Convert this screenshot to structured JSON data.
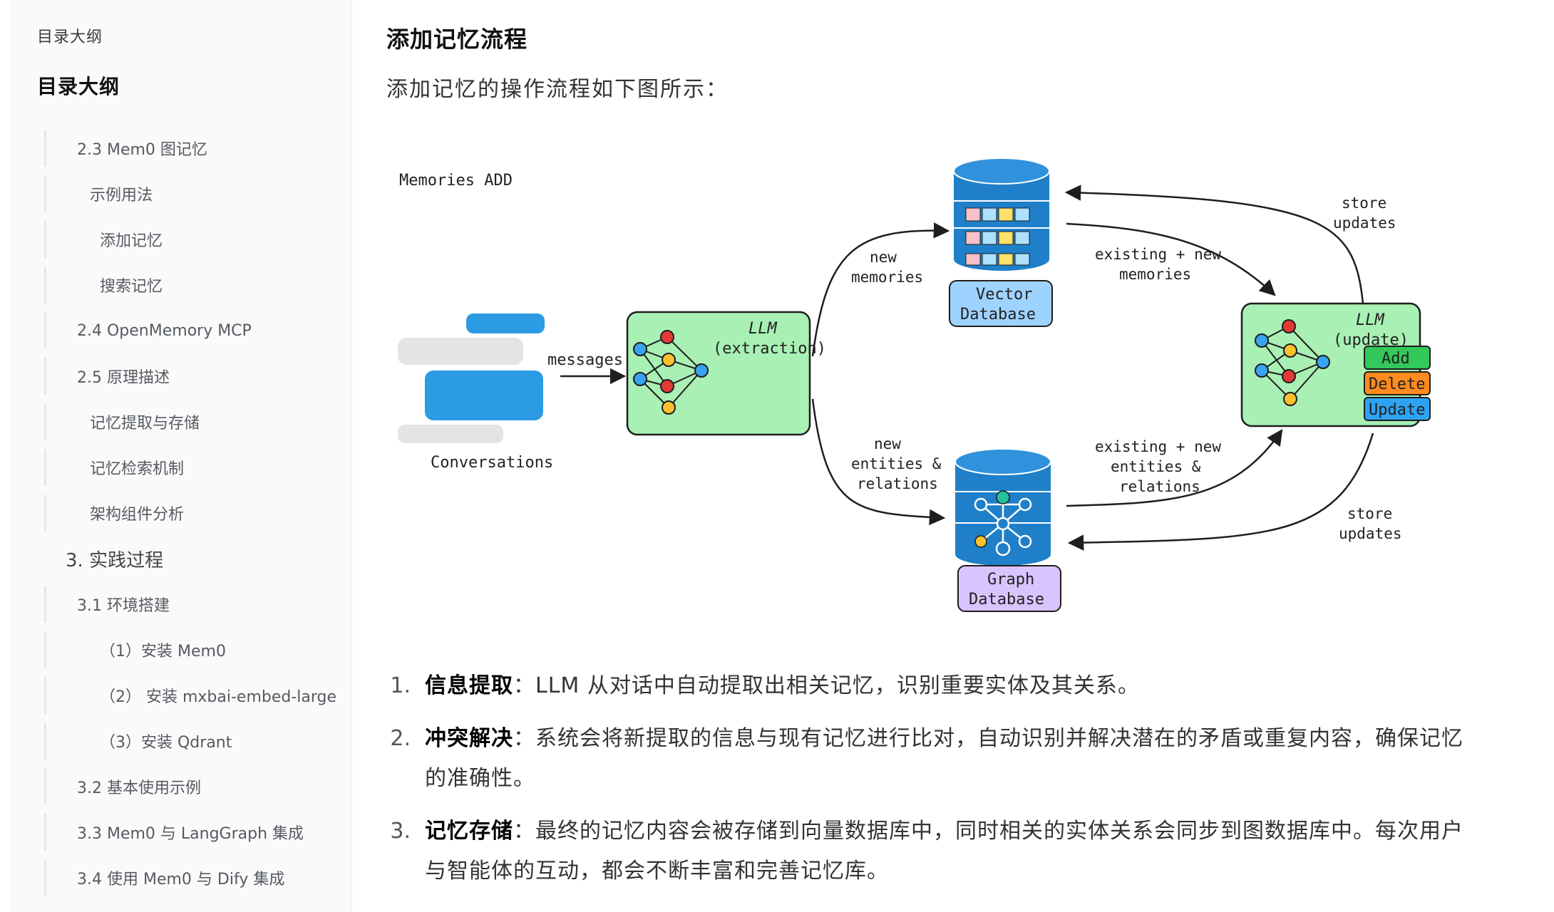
{
  "sidebar": {
    "small_title": "目录大纲",
    "big_title": "目录大纲",
    "items": [
      {
        "label": "2.3 Mem0 图记忆",
        "level": 2
      },
      {
        "label": "示例用法",
        "level": 3
      },
      {
        "label": "添加记忆",
        "level": 4
      },
      {
        "label": "搜索记忆",
        "level": 4
      },
      {
        "label": "2.4 OpenMemory MCP",
        "level": 2
      },
      {
        "label": "2.5 原理描述",
        "level": 2
      },
      {
        "label": "记忆提取与存储",
        "level": 3
      },
      {
        "label": "记忆检索机制",
        "level": 3
      },
      {
        "label": "架构组件分析",
        "level": 3
      },
      {
        "label": "3. 实践过程",
        "level": 1
      },
      {
        "label": "3.1 环境搭建",
        "level": 2
      },
      {
        "label": "（1）安装 Mem0",
        "level": 4
      },
      {
        "label": "（2） 安装 mxbai-embed-large",
        "level": 4
      },
      {
        "label": "（3）安装 Qdrant",
        "level": 4
      },
      {
        "label": "3.2 基本使用示例",
        "level": 2
      },
      {
        "label": "3.3 Mem0 与 LangGraph 集成",
        "level": 2
      },
      {
        "label": "3.4 使用 Mem0 与 Dify 集成",
        "level": 2
      }
    ]
  },
  "main": {
    "section_title": "添加记忆流程",
    "intro": "添加记忆的操作流程如下图所示："
  },
  "diagram": {
    "title": "Memories ADD",
    "conversations_label": "Conversations",
    "messages_label": "messages",
    "llm_extraction": [
      "LLM",
      "(extraction)"
    ],
    "new_memories": [
      "new",
      "memories"
    ],
    "new_entities": [
      "new",
      "entities &",
      "relations"
    ],
    "vector_db": [
      "Vector",
      "Database"
    ],
    "graph_db": [
      "Graph",
      "Database"
    ],
    "existing_memories": [
      "existing + new",
      "memories"
    ],
    "existing_entities": [
      "existing + new",
      "entities &",
      "relations"
    ],
    "store_updates_top": [
      "store",
      "updates"
    ],
    "store_updates_bottom": [
      "store",
      "updates"
    ],
    "llm_update": [
      "LLM",
      "(update)"
    ],
    "actions": {
      "add": "Add",
      "delete": "Delete",
      "update": "Update"
    },
    "colors": {
      "llm_box": "#a8f0b4",
      "db_blue": "#1f7fc8",
      "vector_label": "#9fd3ff",
      "graph_label": "#d9c4ff",
      "bubble_blue": "#2b9be4",
      "bubble_gray": "#e3e4e6",
      "add": "#33c85a",
      "delete": "#ff8a1d",
      "update": "#2ea3f2"
    }
  },
  "steps": [
    {
      "num": "1.",
      "bold": "信息提取",
      "text": "：LLM 从对话中自动提取出相关记忆，识别重要实体及其关系。"
    },
    {
      "num": "2.",
      "bold": "冲突解决",
      "text": "：系统会将新提取的信息与现有记忆进行比对，自动识别并解决潜在的矛盾或重复内容，确保记忆的准确性。"
    },
    {
      "num": "3.",
      "bold": "记忆存储",
      "text": "：最终的记忆内容会被存储到向量数据库中，同时相关的实体关系会同步到图数据库中。每次用户与智能体的互动，都会不断丰富和完善记忆库。"
    }
  ]
}
